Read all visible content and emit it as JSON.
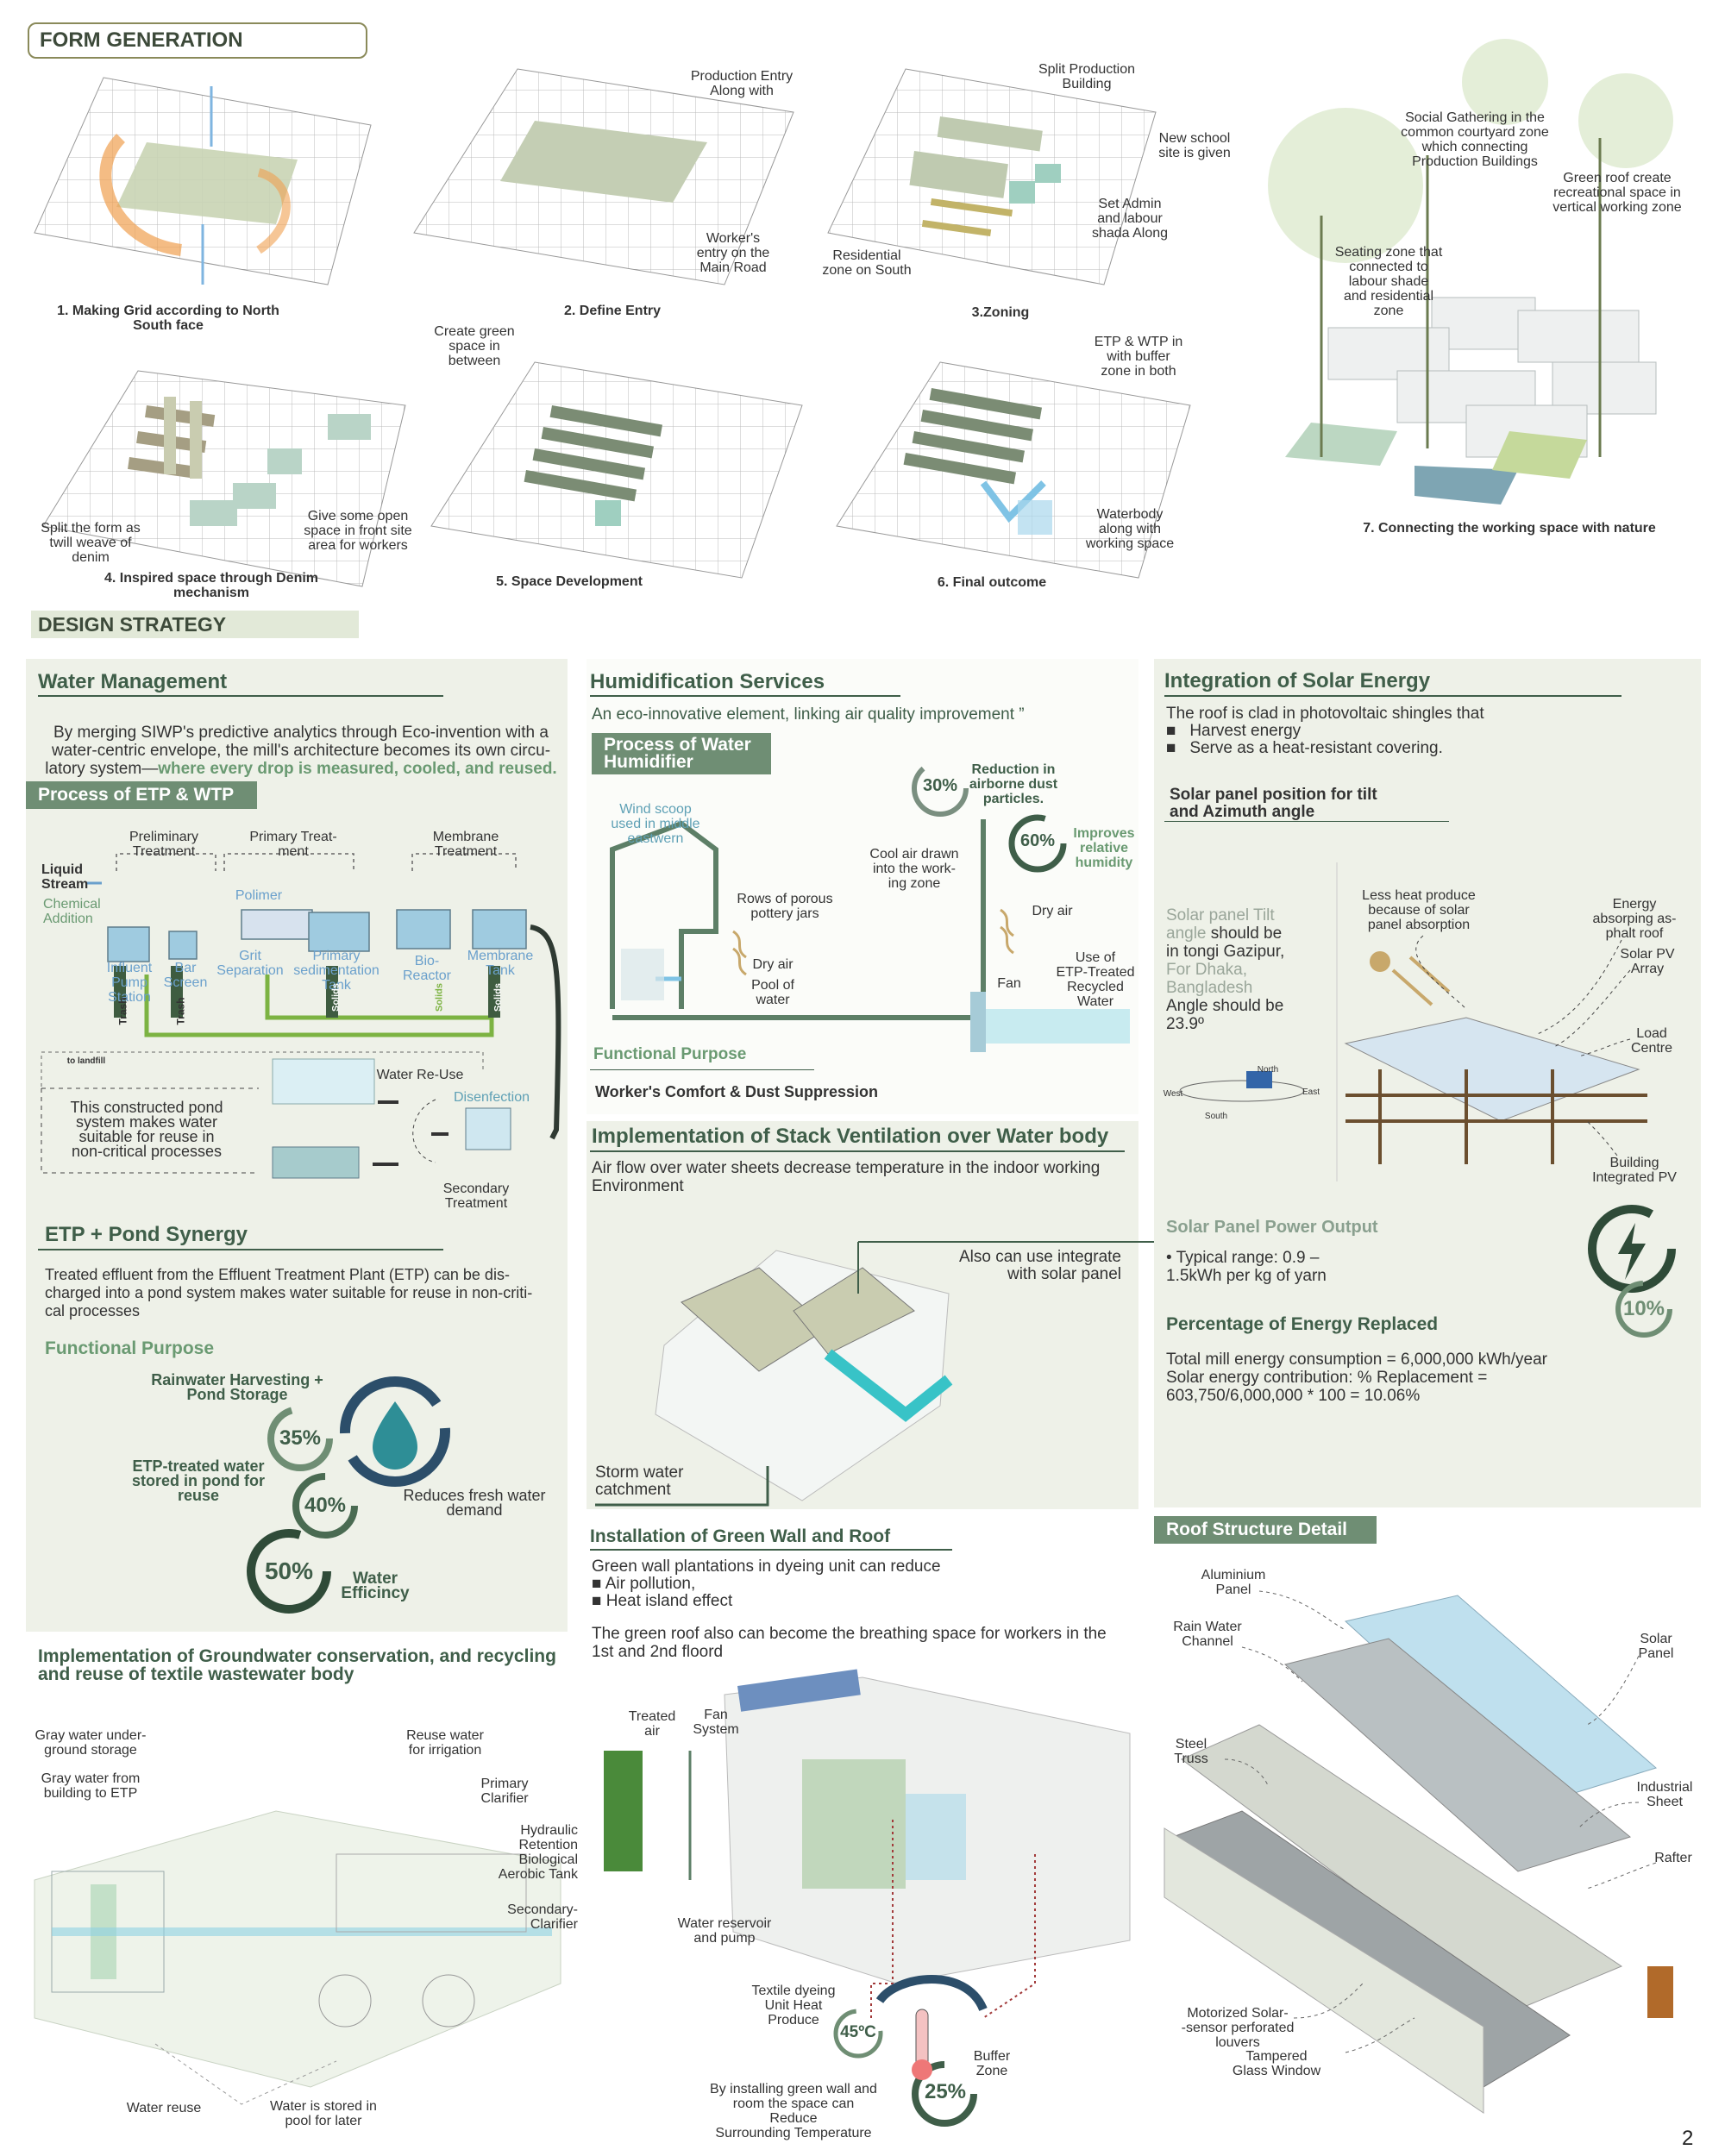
{
  "page_number": "2",
  "form_generation": {
    "title": "FORM GENERATION",
    "steps": [
      {
        "caption": "1. Making Grid according to North\nSouth face"
      },
      {
        "caption": "2. Define Entry",
        "notes": [
          "Production Entry\nAlong with",
          "Worker's\nentry on the\nMain Road"
        ]
      },
      {
        "caption": "3.Zoning",
        "notes": [
          "Split Production\nBuilding",
          "New school\nsite is given",
          "Set Admin\nand labour\nshada Along",
          "Residential\nzone on South"
        ]
      },
      {
        "caption": "4. Inspired space through Denim\nmechanism",
        "notes": [
          "Split the form as\ntwill weave of\ndenim",
          "Give some open\nspace in front site\narea for workers"
        ]
      },
      {
        "caption": "5. Space Development",
        "notes": [
          "Create green\nspace in\nbetween"
        ]
      },
      {
        "caption": "6. Final outcome",
        "notes": [
          "ETP & WTP in\nwith buffer\nzone in both",
          "Waterbody\nalong with\nworking space"
        ]
      },
      {
        "caption": "7. Connecting the working space with nature",
        "notes": [
          "Social Gathering in the\ncommon courtyard zone\nwhich connecting\nProduction Buildings",
          "Green roof create\nrecreational space in\nvertical working zone",
          "Seating zone that\nconnected to\nlabour shade\nand residential\nzone"
        ]
      }
    ]
  },
  "design_strategy": {
    "title": "DESIGN STRATEGY"
  },
  "water_management": {
    "title": "Water Management",
    "body_plain": "By merging SIWP's predictive analytics through Eco-invention with a\nwater-centric envelope, the mill's architecture becomes its own circu-\nlatory system—",
    "body_green": "where every drop is measured, cooled, and reused.",
    "etp_title": "Process of ETP & WTP",
    "stages": [
      "Preliminary\nTreatment",
      "Primary Treat-\nment",
      "Membrane\nTreatment"
    ],
    "inputs": [
      "Liquid\nStream",
      "Chemical\nAddition"
    ],
    "units": [
      "Influent\nPump\nStation",
      "Bar\nScreen",
      "Polimer",
      "Grit\nSeparation",
      "Primary\nsedimentation\nTank",
      "Bio-\nReactor",
      "Membrane\nTank"
    ],
    "misc": [
      "Trash",
      "Trash",
      "Solids",
      "Solids",
      "Solids",
      "to landfill",
      "Water Re-Use",
      "Disenfection",
      "Secondary\nTreatment"
    ],
    "pond_note": "This constructed pond\nsystem makes water\nsuitable for reuse in\nnon-critical processes",
    "synergy_title": "ETP + Pond Synergy",
    "synergy_body": "Treated effluent from the Effluent Treatment Plant (ETP) can be dis-\ncharged into a pond system makes water suitable for reuse in non-criti-\ncal processes",
    "functional_purpose": "Functional Purpose",
    "stats": [
      {
        "label": "Rainwater Harvesting +\nPond Storage",
        "value": "35%"
      },
      {
        "label": "ETP-treated water\nstored in pond for\nreuse",
        "value": "40%"
      },
      {
        "label": "Reduces fresh water\ndemand",
        "value": ""
      },
      {
        "label": "Water\nEfficincy",
        "value": "50%"
      }
    ]
  },
  "groundwater": {
    "title": "Implementation of Groundwater conservation, and recycling\nand reuse of textile wastewater body",
    "labels": [
      "Gray water under-\nground storage",
      "Gray water from\nbuilding to ETP",
      "Reuse water\nfor irrigation",
      "Primary\nClarifier",
      "Hydraulic\nRetention\nBiological\nAerobic Tank",
      "Secondary-\nClarifier",
      "Water reuse",
      "Water is stored in\npool for later"
    ]
  },
  "humidification": {
    "title": "Humidification Services",
    "subtitle": "An eco-innovative element, linking air quality improvement ”",
    "pill": "Process  of  Water\nHumidifier",
    "labels": [
      "Wind scoop\nused in middle\neastwern",
      "Rows of porous\npottery jars",
      "Dry air",
      "Pool of\nwater",
      "Cool air drawn\ninto the work-\ning zone",
      "Dry air",
      "Fan",
      "Use of\nETP-Treated\nRecycled\nWater"
    ],
    "stat1_value": "30%",
    "stat1_label": "Reduction in\nairborne dust\nparticles.",
    "stat2_value": "60%",
    "stat2_label": "Improves\nrelative\nhumidity",
    "functional_purpose": "Functional Purpose",
    "purpose": "Worker's Comfort & Dust Suppression"
  },
  "stack_ventilation": {
    "title": "Implementation of Stack Ventilation over Water body",
    "body": "Air flow over water sheets decrease temperature in the indoor working\nEnvironment",
    "note_solar": "Also can use integrate\nwith solar panel",
    "note_storm": "Storm water\ncatchment"
  },
  "green_wall": {
    "title": "Installation of Green Wall and Roof",
    "body1": "Green wall plantations in dyeing unit can reduce",
    "bullets": [
      "Air pollution,",
      "Heat island effect"
    ],
    "body2": "The green roof also can become the breathing space for workers in the\n1st and 2nd floord",
    "labels": [
      "Treated\nair",
      "Fan\nSystem",
      "Water reservoir\nand pump",
      "Textile dyeing\nUnit Heat\nProduce",
      "Buffer\nZone",
      "By installing green wall and\nroom the space can Reduce\nSurrounding Temperature"
    ],
    "temp": "45ºC",
    "pct": "25%"
  },
  "solar": {
    "title": "Integration of Solar Energy",
    "intro": "The roof is clad in photovoltaic shingles that",
    "bullets": [
      "Harvest energy",
      "Serve as a heat-resistant covering."
    ],
    "tilt_heading": "Solar panel position for tilt\nand Azimuth angle",
    "tilt_green": "Solar panel Tilt\nangle",
    "tilt_dark1": " should be\nin tongi Gazipur,",
    "tilt_green2": "For Dhaka,\nBangladesh",
    "tilt_dark2": "Angle should be\n23.9º",
    "compass": [
      "North",
      "West",
      "East",
      "South"
    ],
    "labels": [
      "Less heat produce\nbecause of solar\npanel absorption",
      "Energy\nabsorping as-\nphalt roof",
      "Solar PV\nArray",
      "Load\nCentre",
      "Building\nIntegrated PV"
    ],
    "output_title": "Solar Panel Power Output",
    "output_body": "•  Typical range: 0.9 –\n1.5kWh per kg of yarn",
    "pct_title": "Percentage of Energy Replaced",
    "pct_body": "Total mill energy consumption = 6,000,000 kWh/year\nSolar energy contribution: % Replacement =\n603,750/6,000,000 * 100 = 10.06%",
    "pct": "10%"
  },
  "roof": {
    "title": "Roof Structure Detail",
    "labels": [
      "Aluminium\nPanel",
      "Rain Water\nChannel",
      "Solar\nPanel",
      "Steel\nTruss",
      "Industrial\nSheet",
      "Rafter",
      "Motorized Solar-\n-sensor perforated\nlouvers",
      "Tampered\nGlass Window"
    ]
  }
}
